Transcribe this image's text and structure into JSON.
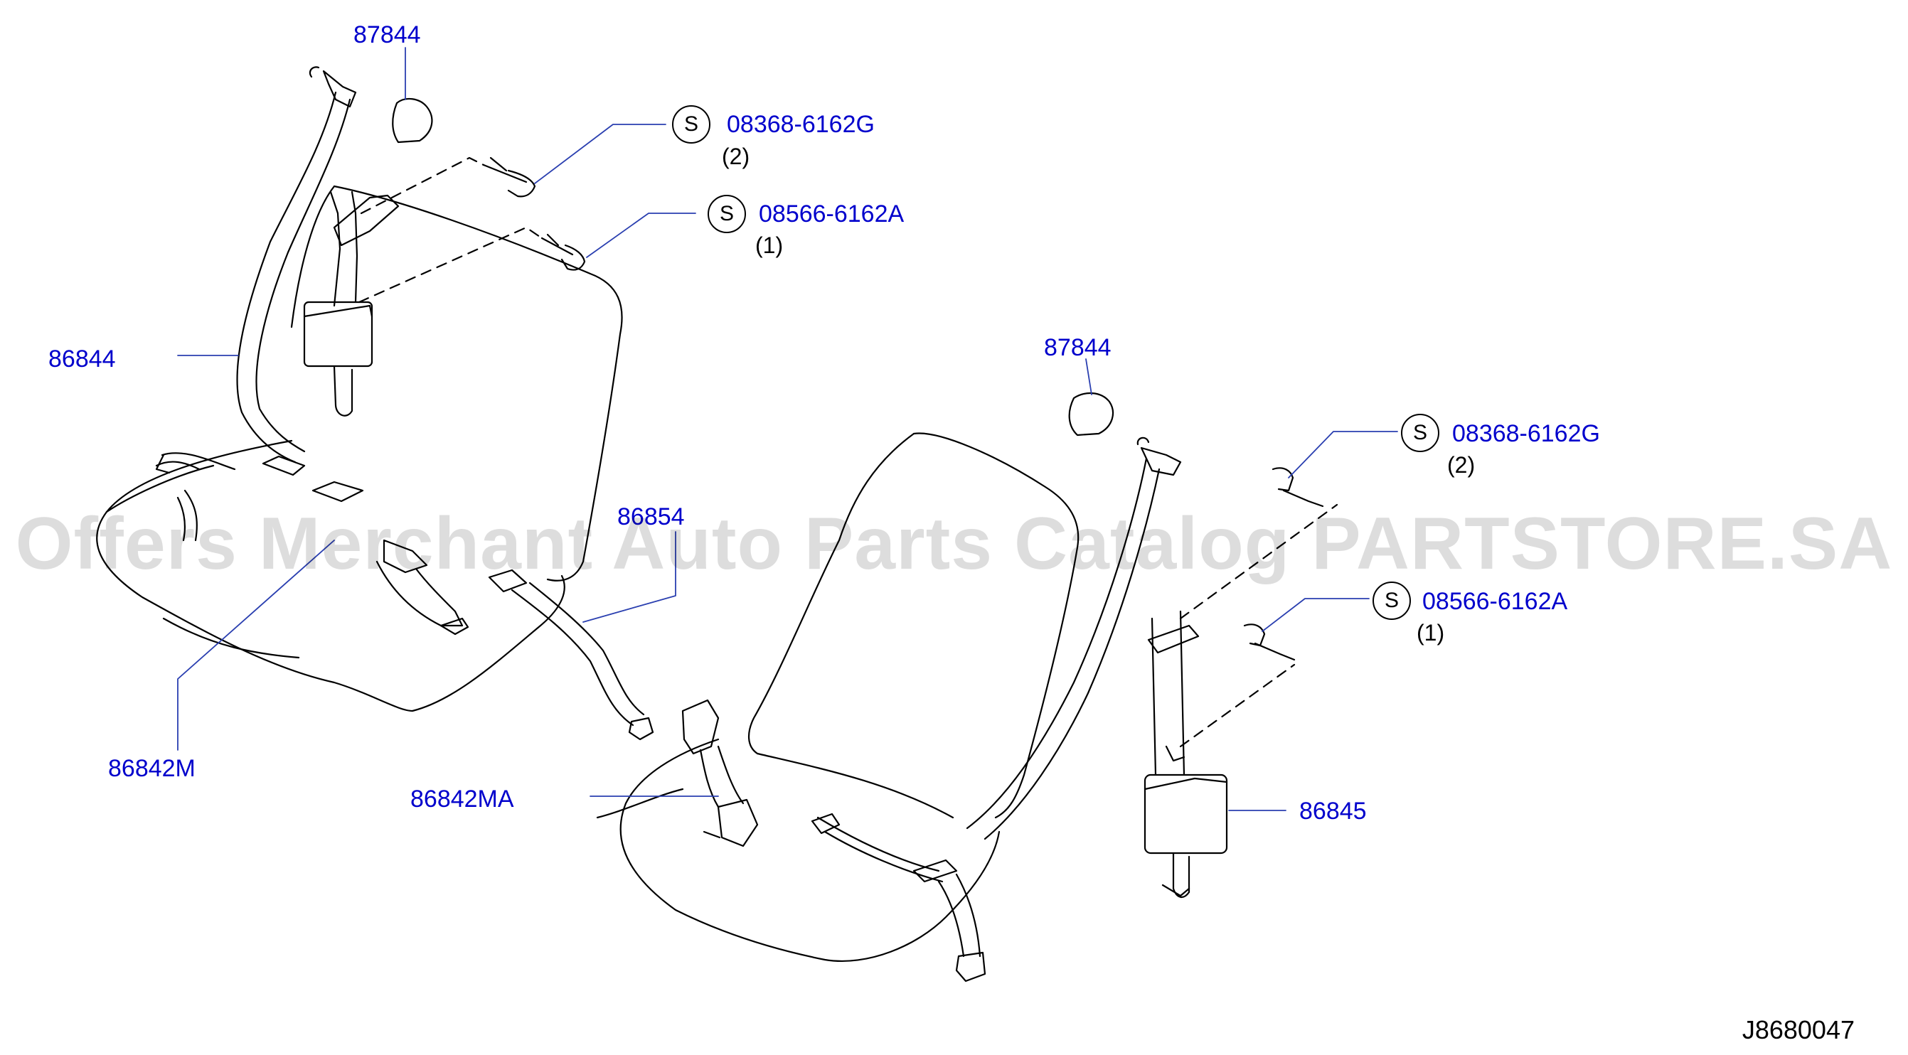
{
  "labels": {
    "guide_cover_left": "87844",
    "bolt_a_left": "08368-6162G",
    "bolt_a_left_qty": "(2)",
    "bolt_b_left": "08566-6162A",
    "bolt_b_left_qty": "(1)",
    "belt_assembly_left": "86844",
    "buckle_left": "86842M",
    "lap_belt_center": "86854",
    "buckle_right": "86842MA",
    "guide_cover_right": "87844",
    "bolt_a_right": "08368-6162G",
    "bolt_a_right_qty": "(2)",
    "bolt_b_right": "08566-6162A",
    "bolt_b_right_qty": "(1)",
    "retractor_right": "86845",
    "standard_part_symbol": "S"
  },
  "watermark": "Offers Merchant Auto Parts Catalog PARTSTORE.SA",
  "diagram_code": "J8680047",
  "colors": {
    "label_blue": "#0000cc",
    "line_black": "#000000",
    "leader_blue": "#2a3fb0"
  }
}
